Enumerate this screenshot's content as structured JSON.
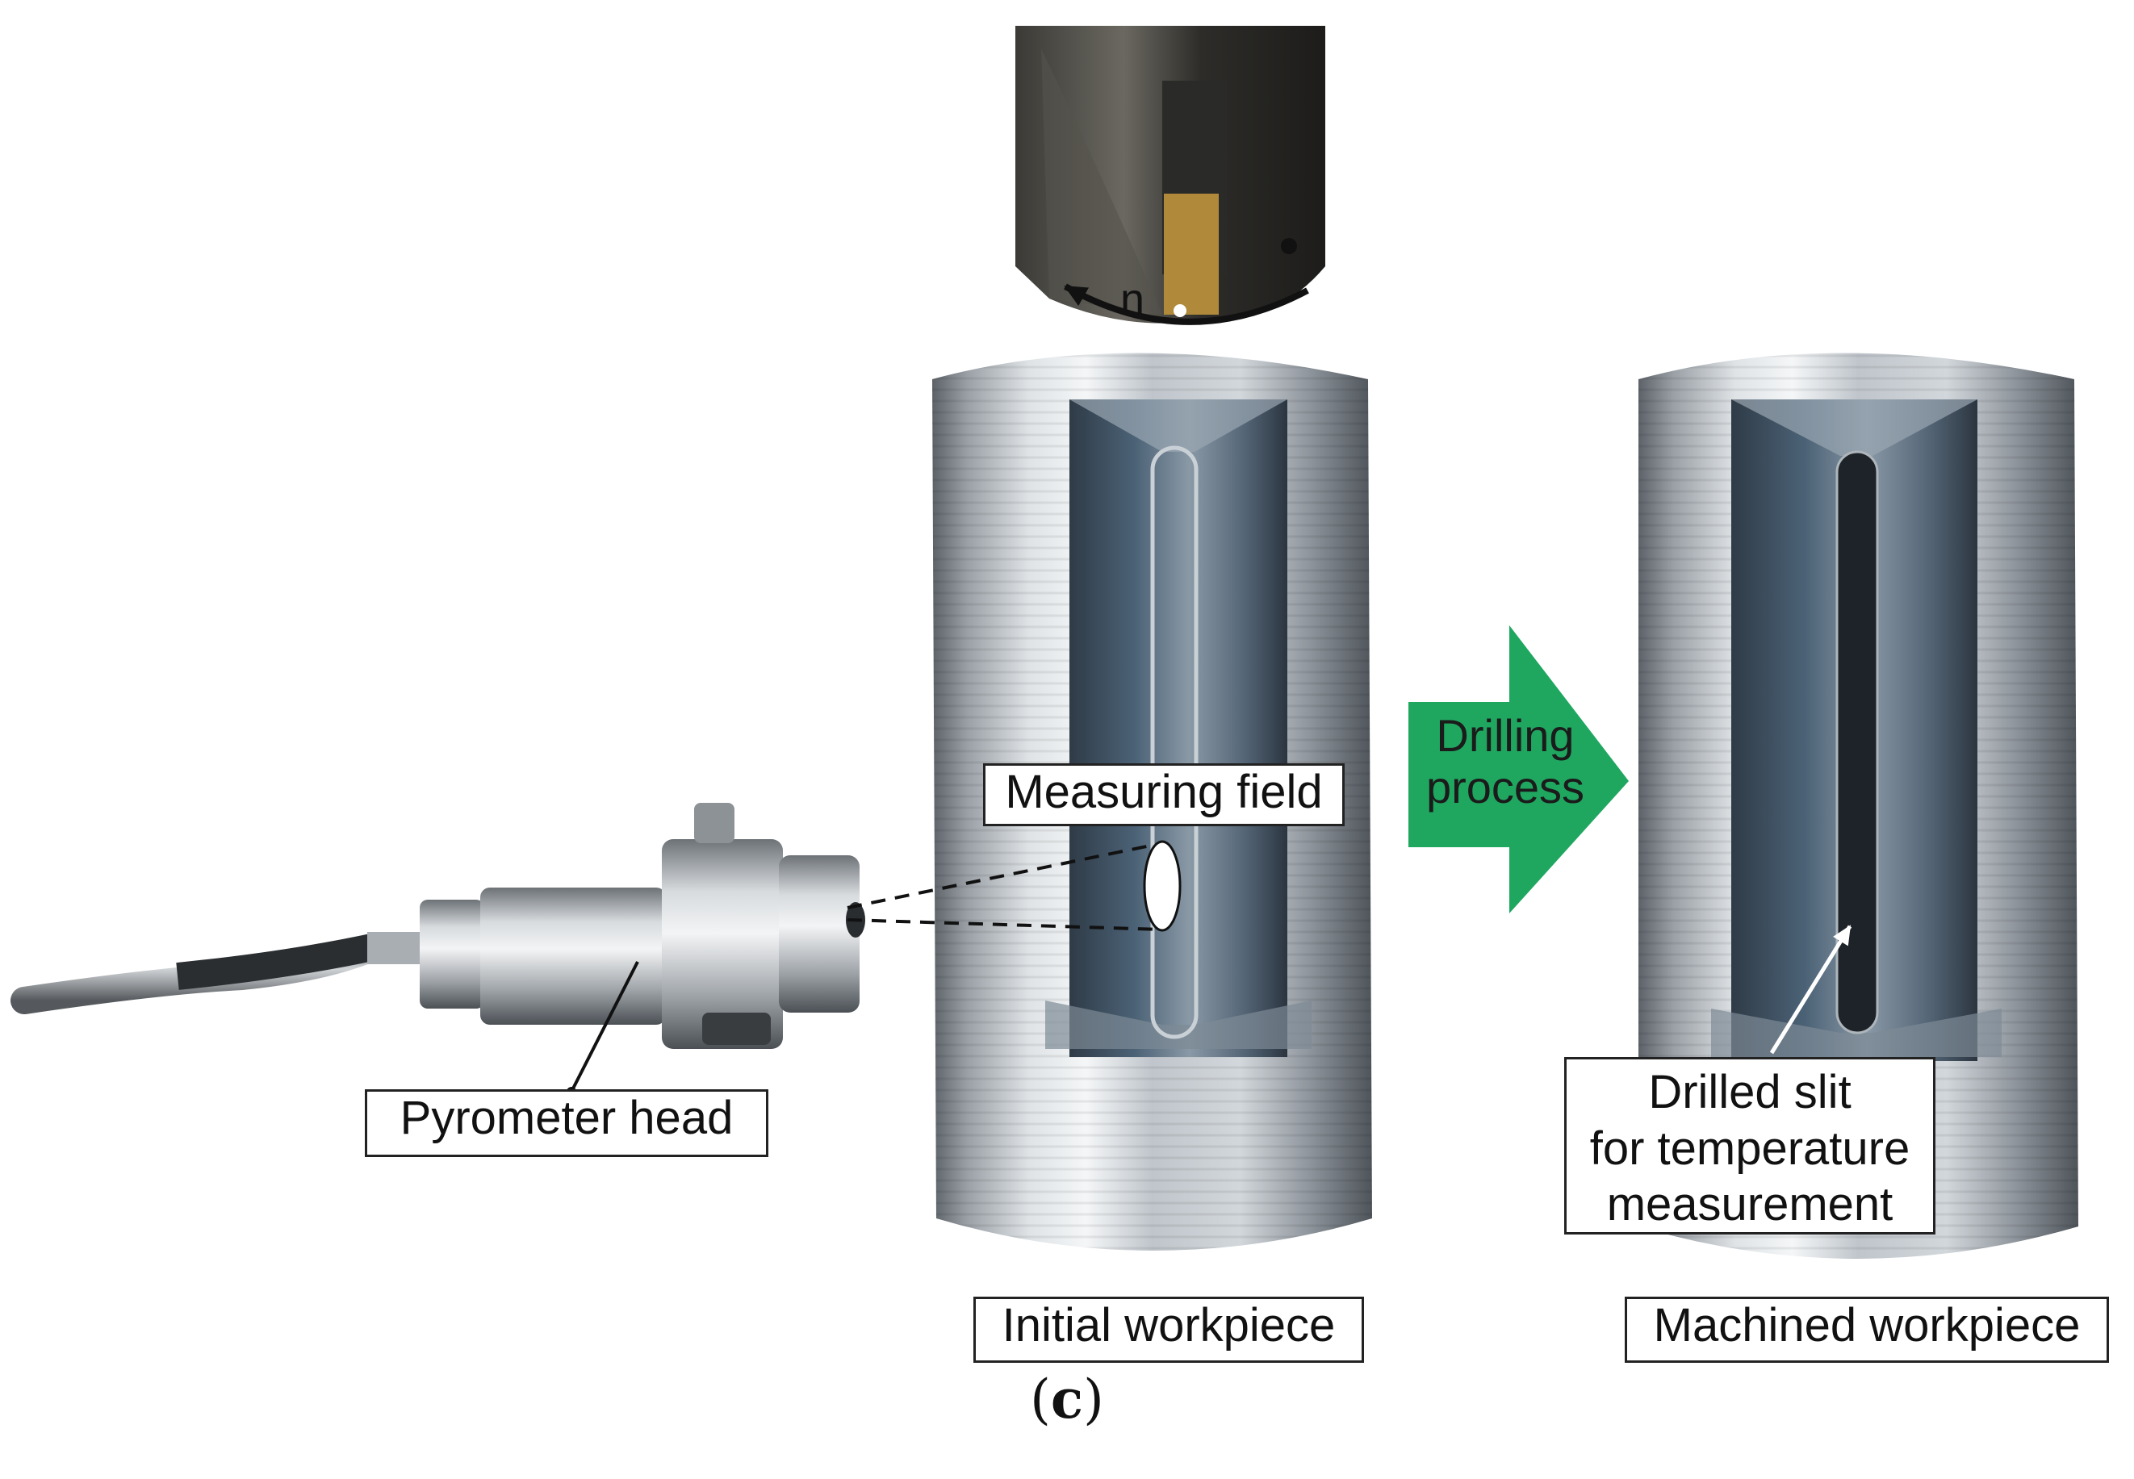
{
  "labels": {
    "pyrometer_head": "Pyrometer head",
    "measuring_field": "Measuring field",
    "initial_workpiece": "Initial workpiece",
    "machined_workpiece": "Machined workpiece",
    "drilled_slit_line1": "Drilled slit",
    "drilled_slit_line2": "for temperature",
    "drilled_slit_line3": "measurement",
    "process_line1": "Drilling",
    "process_line2": "process",
    "rotation_symbol": "n"
  },
  "caption": {
    "open": "(",
    "letter": "c",
    "close": ")"
  },
  "colors": {
    "process_arrow": "#1fa760",
    "steel_light": "#d6dadd",
    "steel_dark": "#4c5258",
    "pocket": "#3f5366"
  },
  "icons": {
    "rotation": "curved-arrow-icon",
    "process": "right-arrow-icon"
  }
}
